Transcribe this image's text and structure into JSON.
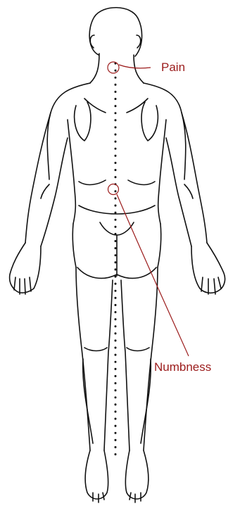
{
  "annotations": [
    {
      "id": "pain",
      "label": "Pain"
    },
    {
      "id": "numbness",
      "label": "Numbness"
    }
  ],
  "colors": {
    "annotation": "#9b1b1b",
    "outline": "#111111",
    "background": "#ffffff"
  }
}
